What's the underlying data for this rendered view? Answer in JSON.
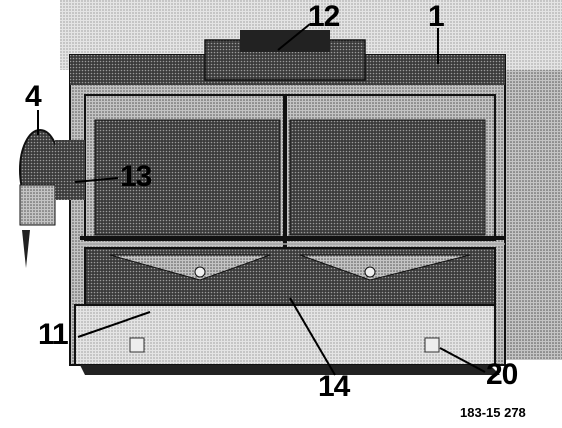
{
  "figure": {
    "description_type": "technical photograph with callout numbers",
    "callouts": {
      "c1": "1",
      "c4": "4",
      "c11": "11",
      "c12": "12",
      "c13": "13",
      "c14": "14",
      "c20": "20"
    },
    "reference_number": "183-15 278"
  },
  "colors": {
    "background": "#ffffff",
    "ink": "#000000",
    "mid_gray": "#7a7a7a",
    "light_gray": "#bdbdbd",
    "dark_gray": "#2a2a2a"
  }
}
